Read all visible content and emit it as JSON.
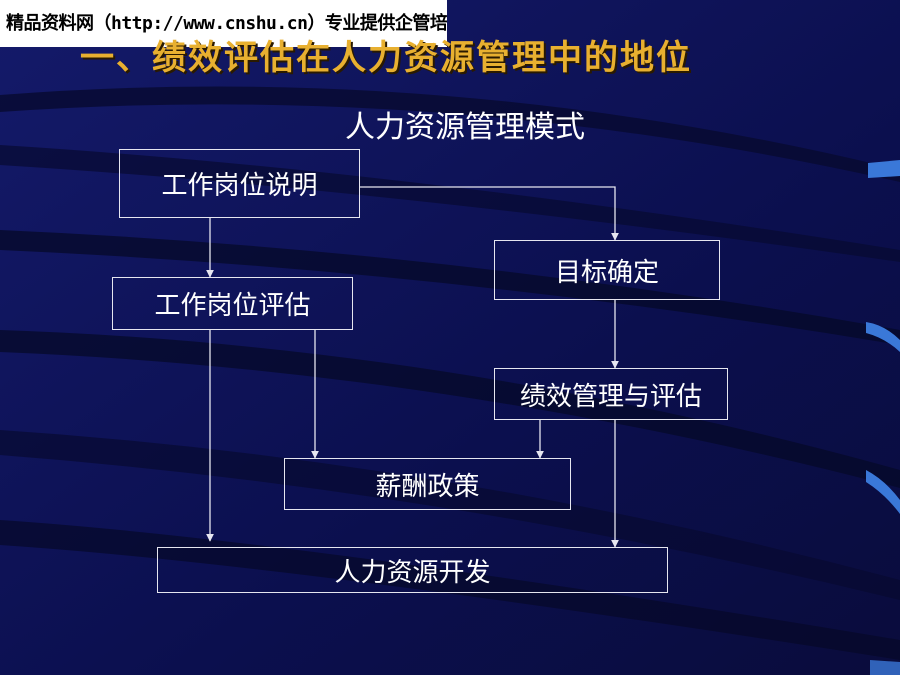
{
  "watermark": "精品资料网（http://www.cnshu.cn）专业提供企管培训资料",
  "title": "一、绩效评估在人力资源管理中的地位",
  "diagram": {
    "subtitle": "人力资源管理模式",
    "nodes": {
      "job_description": "工作岗位说明",
      "job_evaluation": "工作岗位评估",
      "goal_setting": "目标确定",
      "performance": "绩效管理与评估",
      "compensation": "薪酬政策",
      "hr_development": "人力资源开发"
    }
  },
  "colors": {
    "background": "#0b0f4e",
    "title": "#e8b030",
    "lines": "#e6e6f0"
  }
}
